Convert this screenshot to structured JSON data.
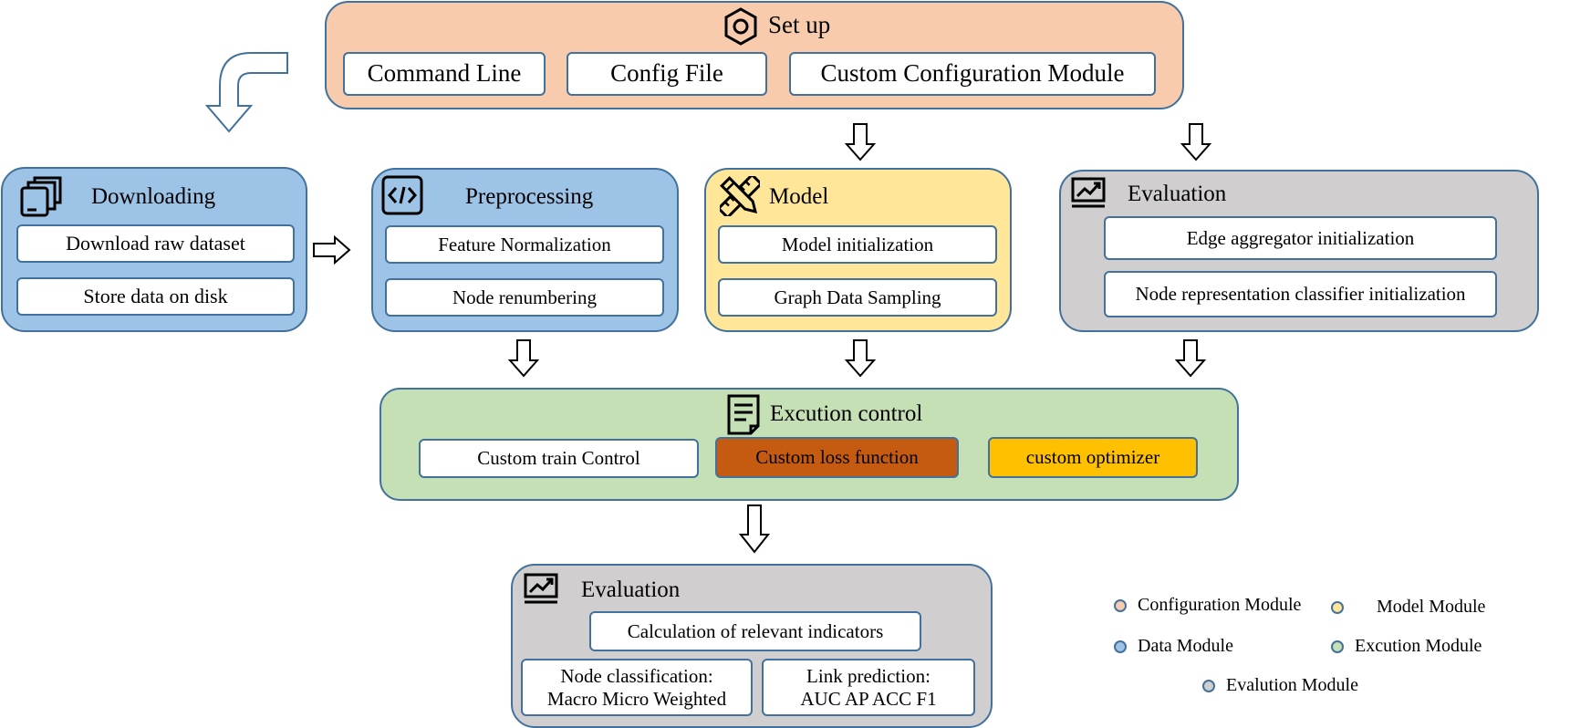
{
  "colors": {
    "setup": "#f8cbad",
    "data": "#9dc3e6",
    "model": "#ffe699",
    "evaluation": "#d0cece",
    "execution": "#c5e0b4",
    "loss": "#c55a11",
    "optimizer": "#ffc000",
    "border": "#41719c"
  },
  "setup": {
    "title": "Set up",
    "items": [
      "Command Line",
      "Config File",
      "Custom Configuration Module"
    ]
  },
  "downloading": {
    "title": "Downloading",
    "items": [
      "Download raw dataset",
      "Store data on disk"
    ]
  },
  "preprocessing": {
    "title": "Preprocessing",
    "items": [
      "Feature Normalization",
      "Node renumbering"
    ]
  },
  "model": {
    "title": "Model",
    "items": [
      "Model initialization",
      "Graph Data Sampling"
    ]
  },
  "evaluation_top": {
    "title": "Evaluation",
    "items": [
      "Edge aggregator initialization",
      "Node representation classifier initialization"
    ]
  },
  "execution": {
    "title": "Excution control",
    "items": [
      "Custom train Control",
      "Custom loss function",
      "custom optimizer"
    ]
  },
  "evaluation_bottom": {
    "title": "Evaluation",
    "indicators": "Calculation of relevant indicators",
    "node_classification": {
      "line1": "Node classification:",
      "line2": "Macro Micro Weighted"
    },
    "link_prediction": {
      "line1": "Link prediction:",
      "line2": "AUC AP ACC F1"
    }
  },
  "legend": {
    "configuration": "Configuration Module",
    "model": "Model Module",
    "data": "Data Module",
    "execution": "Excution Module",
    "evaluation": "Evalution Module"
  }
}
